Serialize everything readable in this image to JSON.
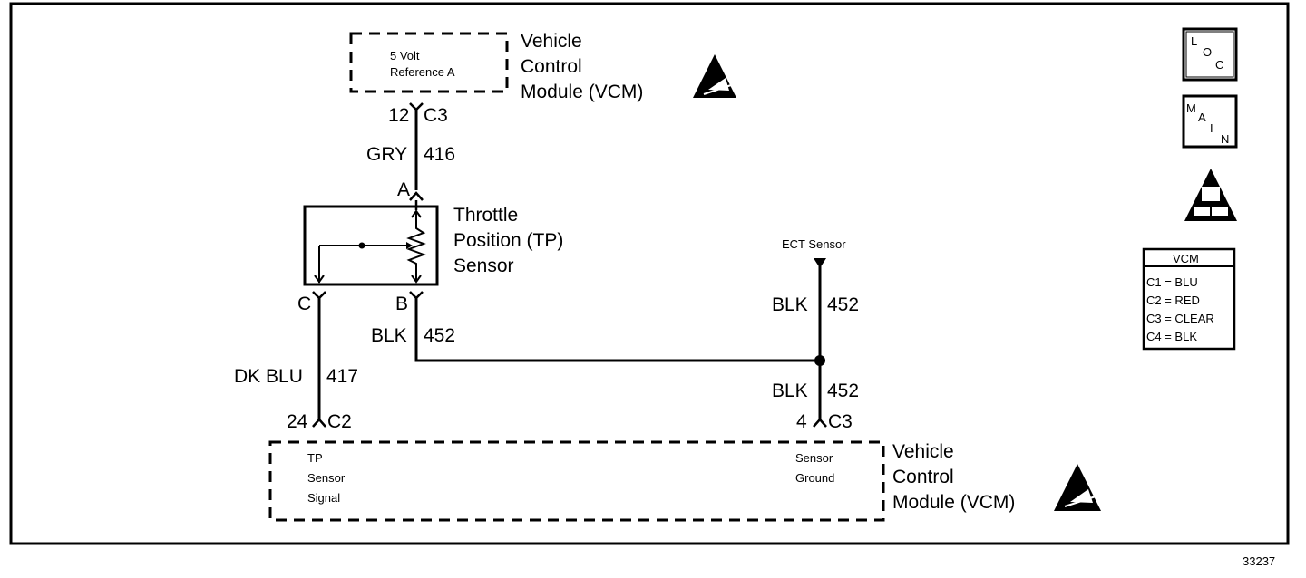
{
  "figure_number": "33237",
  "vcm_top": {
    "inner_line1": "5 Volt",
    "inner_line2": "Reference A",
    "name_line1": "Vehicle",
    "name_line2": "Control",
    "name_line3": "Module (VCM)",
    "esd_icon": "esd-warning-icon"
  },
  "connectors": {
    "top_pin": "12",
    "top_conn": "C3",
    "pin_a": "A",
    "pin_b": "B",
    "pin_c": "C",
    "bottom_left_pin": "24",
    "bottom_left_conn": "C2",
    "bottom_right_pin": "4",
    "bottom_right_conn": "C3"
  },
  "wires": {
    "ref_color": "GRY",
    "ref_circuit": "416",
    "signal_color": "DK BLU",
    "signal_circuit": "417",
    "ground_color_b": "BLK",
    "ground_circuit_b": "452",
    "ect_color": "BLK",
    "ect_circuit": "452",
    "vcm_ground_color": "BLK",
    "vcm_ground_circuit": "452"
  },
  "tp_sensor": {
    "line1": "Throttle",
    "line2": "Position (TP)",
    "line3": "Sensor"
  },
  "ect_sensor": {
    "label": "ECT Sensor"
  },
  "vcm_bottom": {
    "signal_line1": "TP",
    "signal_line2": "Sensor",
    "signal_line3": "Signal",
    "ground_line1": "Sensor",
    "ground_line2": "Ground",
    "name_line1": "Vehicle",
    "name_line2": "Control",
    "name_line3": "Module (VCM)",
    "esd_icon": "esd-warning-icon"
  },
  "side_icons": {
    "loc_l": "L",
    "loc_o": "O",
    "loc_c": "C",
    "main_m": "M",
    "main_a": "A",
    "main_i": "I",
    "main_n": "N",
    "warning_icon": "obd-warning-icon"
  },
  "vcm_legend": {
    "title": "VCM",
    "rows": [
      "C1 = BLU",
      "C2 = RED",
      "C3 = CLEAR",
      "C4 = BLK"
    ]
  }
}
